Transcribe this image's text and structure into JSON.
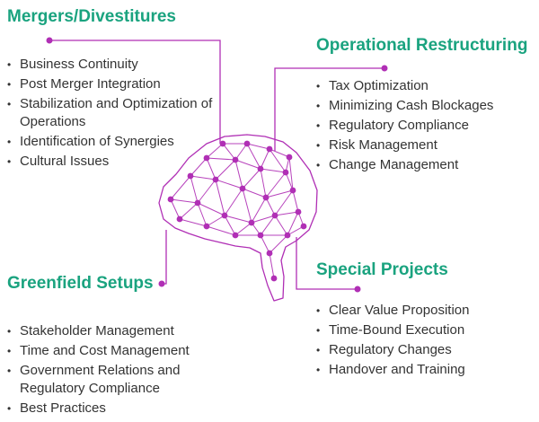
{
  "accent_color": "#1aa37f",
  "line_color": "#b02fb5",
  "sections": {
    "mergers": {
      "title": "Mergers/Divestitures",
      "items": [
        "Business Continuity",
        "Post Merger Integration",
        "Stabilization and Optimization of Operations",
        "Identification of Synergies",
        "Cultural Issues"
      ]
    },
    "operational": {
      "title": "Operational Restructuring",
      "items": [
        "Tax Optimization",
        "Minimizing Cash Blockages",
        "Regulatory Compliance",
        "Risk Management",
        "Change Management"
      ]
    },
    "special": {
      "title": "Special Projects",
      "items": [
        "Clear Value Proposition",
        "Time-Bound Execution",
        "Regulatory Changes",
        "Handover and Training"
      ]
    },
    "greenfield": {
      "title": "Greenfield Setups",
      "items": [
        "Stakeholder Management",
        "Time and Cost Management",
        "Government Relations and Regulatory Compliance",
        "Best Practices"
      ]
    }
  }
}
